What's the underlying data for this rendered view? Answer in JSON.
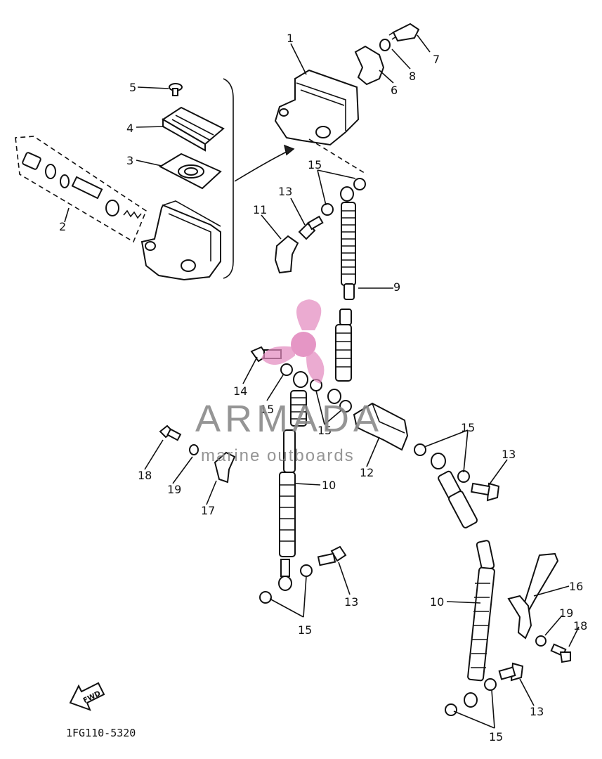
{
  "diagram": {
    "part_code": "1FG110-5320",
    "fwd_label": "FWD",
    "callouts": [
      {
        "id": "c1",
        "text": "1"
      },
      {
        "id": "c2",
        "text": "2"
      },
      {
        "id": "c3",
        "text": "3"
      },
      {
        "id": "c4",
        "text": "4"
      },
      {
        "id": "c5",
        "text": "5"
      },
      {
        "id": "c6",
        "text": "6"
      },
      {
        "id": "c7",
        "text": "7"
      },
      {
        "id": "c8",
        "text": "8"
      },
      {
        "id": "c9",
        "text": "9"
      },
      {
        "id": "c10a",
        "text": "10"
      },
      {
        "id": "c10b",
        "text": "10"
      },
      {
        "id": "c11",
        "text": "11"
      },
      {
        "id": "c12",
        "text": "12"
      },
      {
        "id": "c13a",
        "text": "13"
      },
      {
        "id": "c13b",
        "text": "13"
      },
      {
        "id": "c13c",
        "text": "13"
      },
      {
        "id": "c13d",
        "text": "13"
      },
      {
        "id": "c14",
        "text": "14"
      },
      {
        "id": "c15a",
        "text": "15"
      },
      {
        "id": "c15b",
        "text": "15"
      },
      {
        "id": "c15c",
        "text": "15"
      },
      {
        "id": "c15d",
        "text": "15"
      },
      {
        "id": "c15e",
        "text": "15"
      },
      {
        "id": "c15f",
        "text": "15"
      },
      {
        "id": "c16",
        "text": "16"
      },
      {
        "id": "c17",
        "text": "17"
      },
      {
        "id": "c18a",
        "text": "18"
      },
      {
        "id": "c18b",
        "text": "18"
      },
      {
        "id": "c19a",
        "text": "19"
      },
      {
        "id": "c19b",
        "text": "19"
      }
    ]
  },
  "watermark": {
    "brand": "ARMADA",
    "tagline": "marine outboards",
    "brand_color": "#e38bbf",
    "text_color": "#8a8a8a"
  }
}
